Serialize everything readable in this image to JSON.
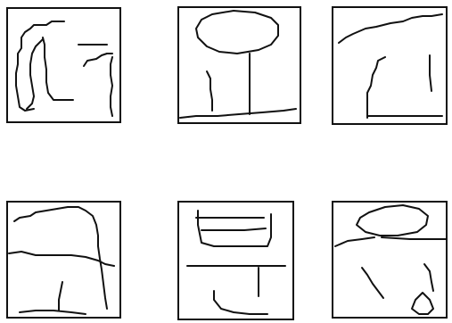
{
  "figure": {
    "panels": [
      {
        "id": "panel-1",
        "row": 1,
        "col": 1
      },
      {
        "id": "panel-2",
        "row": 1,
        "col": 2
      },
      {
        "id": "panel-3",
        "row": 1,
        "col": 3
      },
      {
        "id": "panel-4",
        "row": 2,
        "col": 1
      },
      {
        "id": "panel-5",
        "row": 2,
        "col": 2
      },
      {
        "id": "panel-6",
        "row": 2,
        "col": 3
      }
    ],
    "colors": {
      "background": "#ffffff",
      "ink": "#111111"
    }
  }
}
